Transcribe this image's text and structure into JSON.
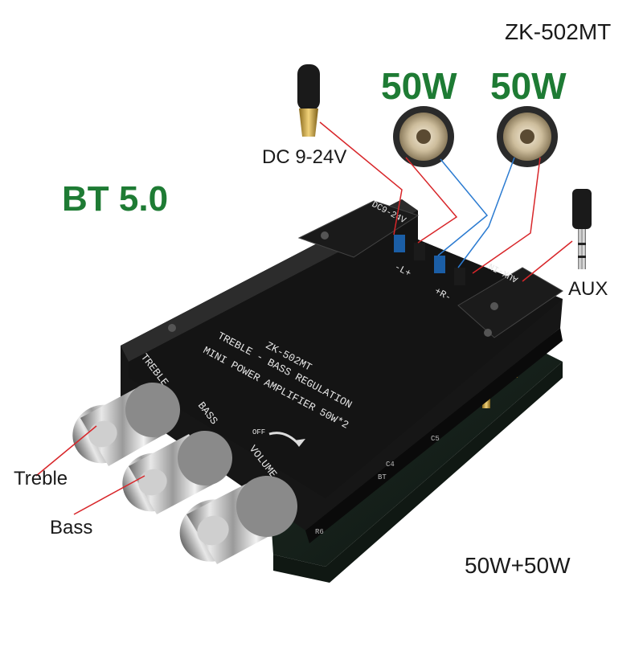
{
  "model": "ZK-502MT",
  "speaker_left_power": "50W",
  "speaker_right_power": "50W",
  "dc_input": "DC 9-24V",
  "bluetooth": "BT 5.0",
  "aux": "AUX",
  "treble": "Treble",
  "bass": "Bass",
  "total_power": "50W+50W",
  "board": {
    "model": "ZK-502MT",
    "line1": "TREBLE - BASS REGULATION",
    "line2": "MINI POWER AMPLIFIER 50W*2",
    "knob_treble": "TREBLE",
    "knob_bass": "BASS",
    "knob_volume": "VOLUME",
    "off": "OFF",
    "dc_port": "DC9-24V",
    "aux_port": "AUX-IN",
    "spk_l": "-L+",
    "spk_r": "+R-",
    "silk_bt": "BT",
    "silk_c4": "C4",
    "silk_c5": "C5",
    "silk_r6": "R6"
  },
  "colors": {
    "accent_green": "#1e7b34",
    "wire_red": "#d8262a",
    "wire_blue": "#2b7bd1",
    "board_black": "#141414"
  },
  "icons": [
    "speaker-icon",
    "power-jack-icon",
    "aux-jack-icon",
    "knob-icon"
  ]
}
